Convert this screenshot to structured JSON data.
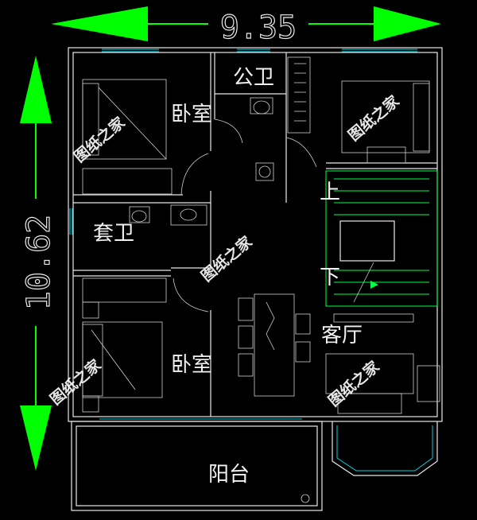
{
  "dimensions": {
    "width": "9.35",
    "height": "10.62"
  },
  "rooms": {
    "bedroom_top": "卧室",
    "public_bath": "公卫",
    "ensuite_bath": "套卫",
    "stair_up": "上",
    "stair_down": "下",
    "bedroom_bottom": "卧室",
    "living_room": "客厅",
    "balcony": "阳台"
  },
  "watermark": "图纸之家",
  "colors": {
    "background": "#000000",
    "walls": "#e8e8e8",
    "arrows": "#00ff00",
    "windows": "#00d4e6",
    "stairs": "#00ff44"
  }
}
